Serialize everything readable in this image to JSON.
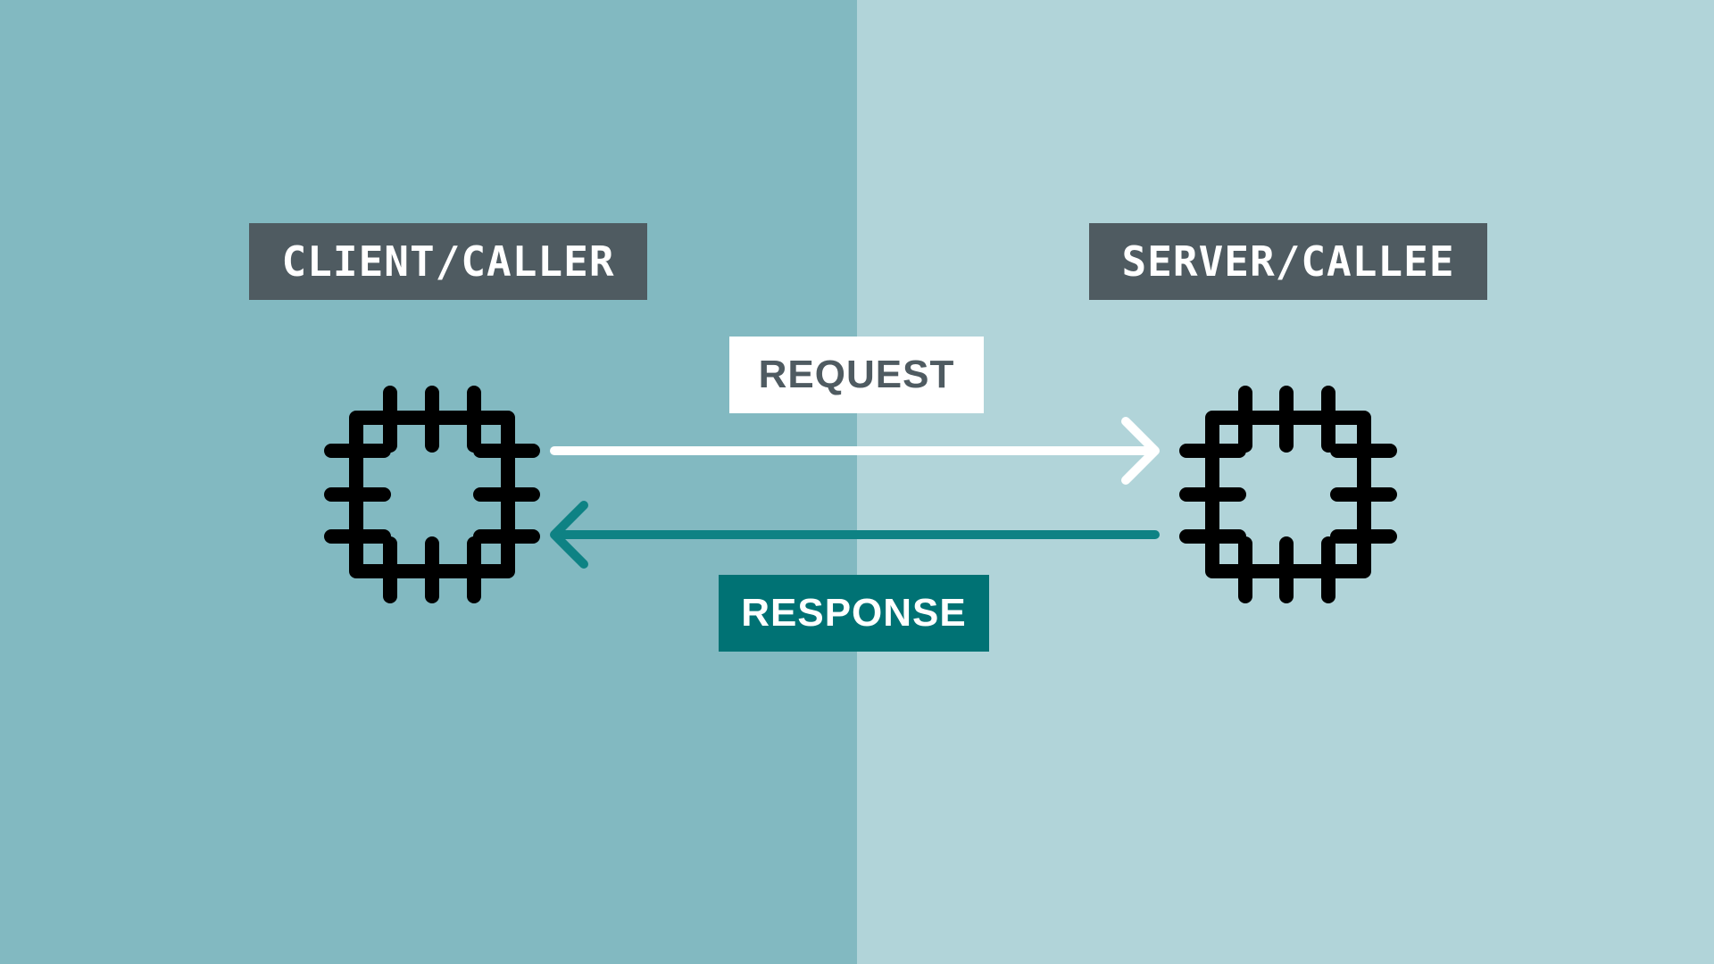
{
  "colors": {
    "left_panel": "#82b9c1",
    "right_panel": "#b1d4d9",
    "role_label_bg": "#4f5b61",
    "request_label_bg": "#ffffff",
    "request_label_text": "#4f5b61",
    "response_label_bg": "#007274",
    "response_label_text": "#ffffff",
    "request_arrow": "#ffffff",
    "response_arrow": "#0e8284",
    "chip_stroke": "#000000"
  },
  "client": {
    "label": "CLIENT/CALLER",
    "icon": "chip-icon"
  },
  "server": {
    "label": "SERVER/CALLEE",
    "icon": "chip-icon"
  },
  "request": {
    "label": "REQUEST",
    "direction": "client-to-server"
  },
  "response": {
    "label": "RESPONSE",
    "direction": "server-to-client"
  }
}
